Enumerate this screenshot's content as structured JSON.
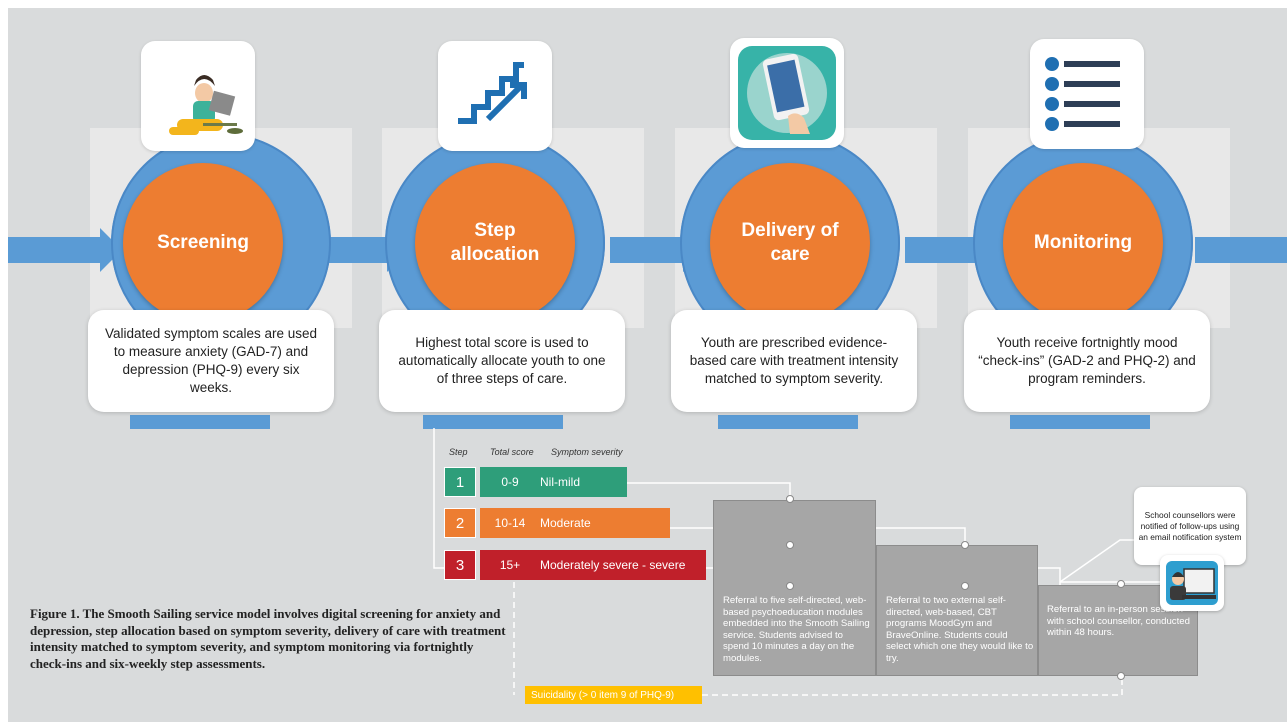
{
  "stages": [
    {
      "label_line1": "Screening",
      "label_line2": "",
      "icon": "person-laptop-icon",
      "description": "Validated symptom scales are used to measure anxiety (GAD-7) and depression (PHQ-9) every six weeks."
    },
    {
      "label_line1": "Step",
      "label_line2": "allocation",
      "icon": "stairs-arrow-icon",
      "description": "Highest total score is used to automatically allocate youth to one of three steps of care."
    },
    {
      "label_line1": "Delivery of",
      "label_line2": "care",
      "icon": "phone-app-icon",
      "description": "Youth are prescribed evidence-based care with treatment intensity matched to symptom severity."
    },
    {
      "label_line1": "Monitoring",
      "label_line2": "",
      "icon": "checklist-icon",
      "description": "Youth receive fortnightly mood “check-ins” (GAD-2 and PHQ-2) and program reminders."
    }
  ],
  "step_table": {
    "headers": {
      "step": "Step",
      "score": "Total score",
      "severity": "Symptom severity"
    },
    "rows": [
      {
        "step": "1",
        "score": "0-9",
        "severity": "Nil-mild",
        "color": "#2e9e7a"
      },
      {
        "step": "2",
        "score": "10-14",
        "severity": "Moderate",
        "color": "#ed7d31"
      },
      {
        "step": "3",
        "score": "15+",
        "severity": "Moderately severe - severe",
        "color": "#c0202a"
      }
    ]
  },
  "referrals": [
    {
      "text": "Referral to five self-directed, web-based psychoeducation modules embedded into the Smooth Sailing service. Students advised to spend 10 minutes a day on the modules."
    },
    {
      "text": "Referral to two external self-directed, web-based, CBT programs MoodGym and BraveOnline. Students could select which one they would like to try."
    },
    {
      "text": "Referral to an in-person session with school counsellor, conducted within 48 hours."
    }
  ],
  "notification": "School counsellors were notified of follow-ups using an email notification system",
  "suicidality": "Suicidality (> 0 item 9 of PHQ-9)",
  "caption": "Figure 1. The Smooth Sailing service model involves digital screening for anxiety and depression, step allocation based on symptom severity, delivery of care with treatment intensity matched to symptom severity, and symptom monitoring via fortnightly check-ins and six-weekly step assessments.",
  "colors": {
    "blue": "#5b9bd5",
    "orange": "#ed7d31",
    "grey_box": "#a6a6a6",
    "yellow": "#ffc000"
  }
}
